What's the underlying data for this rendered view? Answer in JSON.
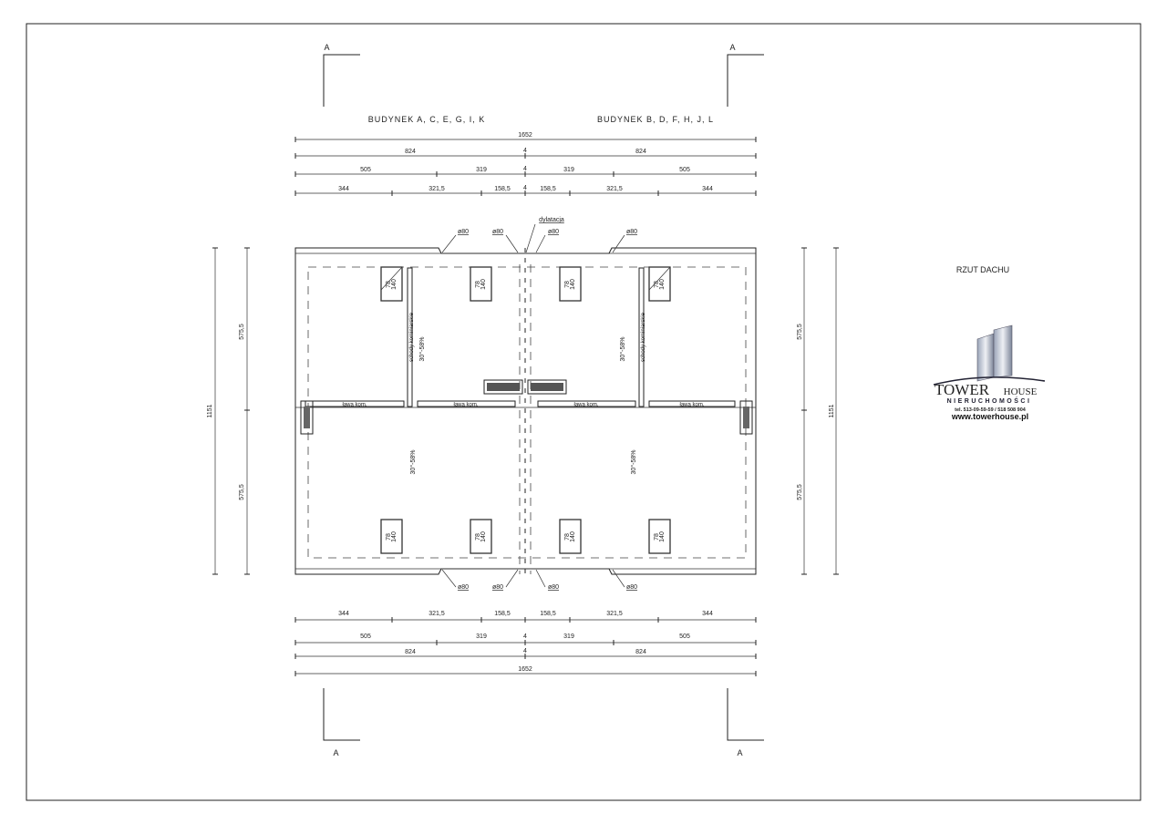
{
  "section_marker": "A",
  "headers": {
    "left": "BUDYNEK  A,  C,  E,  G,  I,  K",
    "right": "BUDYNEK  B,  D,  F,  H,  J,  L"
  },
  "title": "RZUT DACHU",
  "dims": {
    "total": "1652",
    "half": "824",
    "joint": "4",
    "row3": [
      "505",
      "319",
      "319",
      "505"
    ],
    "row4": [
      "344",
      "321,5",
      "158,5",
      "158,5",
      "321,5",
      "344"
    ],
    "height_total": "1151",
    "height_half": "575,5"
  },
  "labels": {
    "gutter": "ø80",
    "dilatation": "dylatacja",
    "window": [
      "78",
      "140"
    ],
    "slope": "30°-58%",
    "stairs": "schody kominiarskie",
    "bench": "ława kom."
  },
  "logo": {
    "name_big": "TOWER",
    "name_small": "HOUSE",
    "sub": "NIERUCHOMOŚCI",
    "phone": "tel.  513-09-59-59  /  518 508 904",
    "url": "www.towerhouse.pl"
  }
}
